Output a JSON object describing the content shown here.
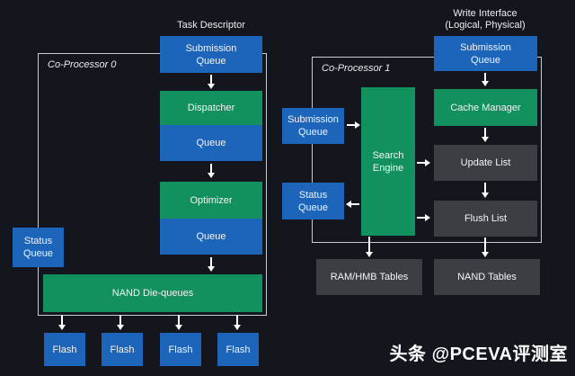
{
  "left": {
    "top_label": "Task Descriptor",
    "group_label": "Co-Processor 0",
    "submission_queue": "Submission Queue",
    "dispatcher": "Dispatcher",
    "queue_top": "Queue",
    "optimizer": "Optimizer",
    "queue_bottom": "Queue",
    "status_queue": "Status Queue",
    "nand_die_queues": "NAND Die-queues",
    "flash": [
      "Flash",
      "Flash",
      "Flash",
      "Flash"
    ]
  },
  "right": {
    "top_label_line1": "Write Interface",
    "top_label_line2": "(Logical, Physical)",
    "group_label": "Co-Processor 1",
    "submission_queue_top": "Submission Queue",
    "submission_queue_side": "Submission Queue",
    "status_queue_side": "Status Queue",
    "search_engine": "Search Engine",
    "cache_manager": "Cache Manager",
    "update_list": "Update List",
    "flush_list": "Flush List",
    "ram_hmb_tables": "RAM/HMB Tables",
    "nand_tables": "NAND Tables"
  },
  "watermark": "头条 @PCEVA评测室",
  "colors": {
    "blue": "#1d65bb",
    "green": "#12905d",
    "gray": "#3c3e43",
    "background": "#14161e",
    "group_border": "#c9ccd2",
    "arrow": "#ffffff",
    "text": "#f2f4f6"
  }
}
